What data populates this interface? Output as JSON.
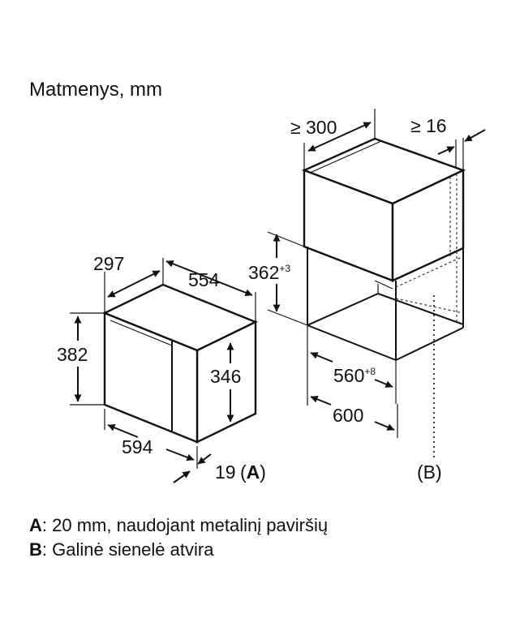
{
  "title": "Matmenys, mm",
  "dimensions": {
    "depth_297": "297",
    "width_554": "554",
    "height_382": "382",
    "inner_height_346": "346",
    "front_width_594": "594",
    "offset_19": "19",
    "cab_depth_300": "≥ 300",
    "cab_gap_16": "≥ 16",
    "cab_height_362": "362",
    "cab_height_362_tol": "+3",
    "cab_width_560": "560",
    "cab_width_560_tol": "+8",
    "cab_width_600": "600"
  },
  "labels": {
    "a_open": "(",
    "a_letter": "A",
    "a_close": ")",
    "b_label": "(B)"
  },
  "notes": [
    {
      "key": "A",
      "text": ": 20 mm, naudojant metalinį paviršių"
    },
    {
      "key": "B",
      "text": ": Galinė sienelė atvira"
    }
  ]
}
